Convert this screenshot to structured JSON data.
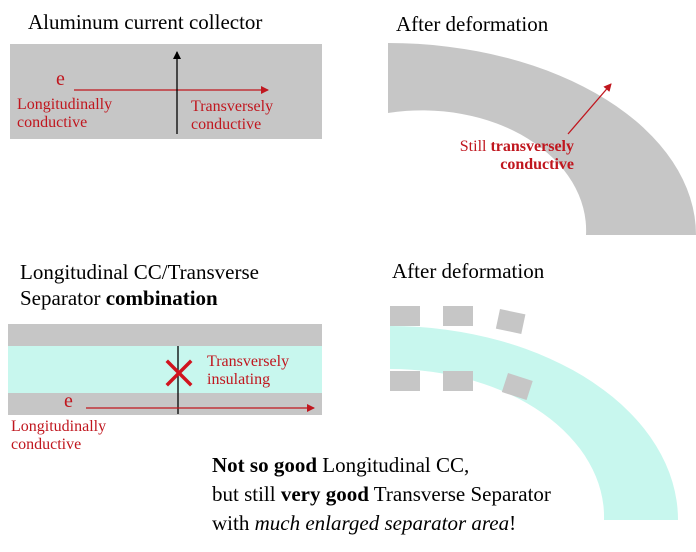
{
  "panel_top_left": {
    "title": "Aluminum current collector",
    "electron": "e",
    "longitudinal_label": [
      "Longitudinally",
      "conductive"
    ],
    "transverse_label": [
      "Transversely",
      "conductive"
    ]
  },
  "panel_top_right": {
    "title": "After deformation",
    "label_line1_prefix": "Still ",
    "label_line1_bold": "transversely",
    "label_line2_bold": "conductive"
  },
  "panel_bottom_left": {
    "title_line1": "Longitudinal CC/Transverse",
    "title_line2_prefix": "Separator ",
    "title_line2_bold": "combination",
    "electron": "e",
    "insulating_label": [
      "Transversely",
      "insulating"
    ],
    "longitudinal_label": [
      "Longitudinally",
      "conductive"
    ]
  },
  "panel_bottom_right": {
    "title": "After deformation"
  },
  "conclusion": {
    "line1_bold": "Not so good",
    "line1_rest": " Longitudinal CC,",
    "line2_prefix": "but still ",
    "line2_bold": "very good",
    "line2_rest": " Transverse Separator",
    "line3_prefix": "with ",
    "line3_italic": "much enlarged separator area",
    "line3_suffix": "!"
  },
  "colors": {
    "gray": "#c6c6c6",
    "cyan": "#c8f7ee",
    "red": "#c0161e"
  }
}
